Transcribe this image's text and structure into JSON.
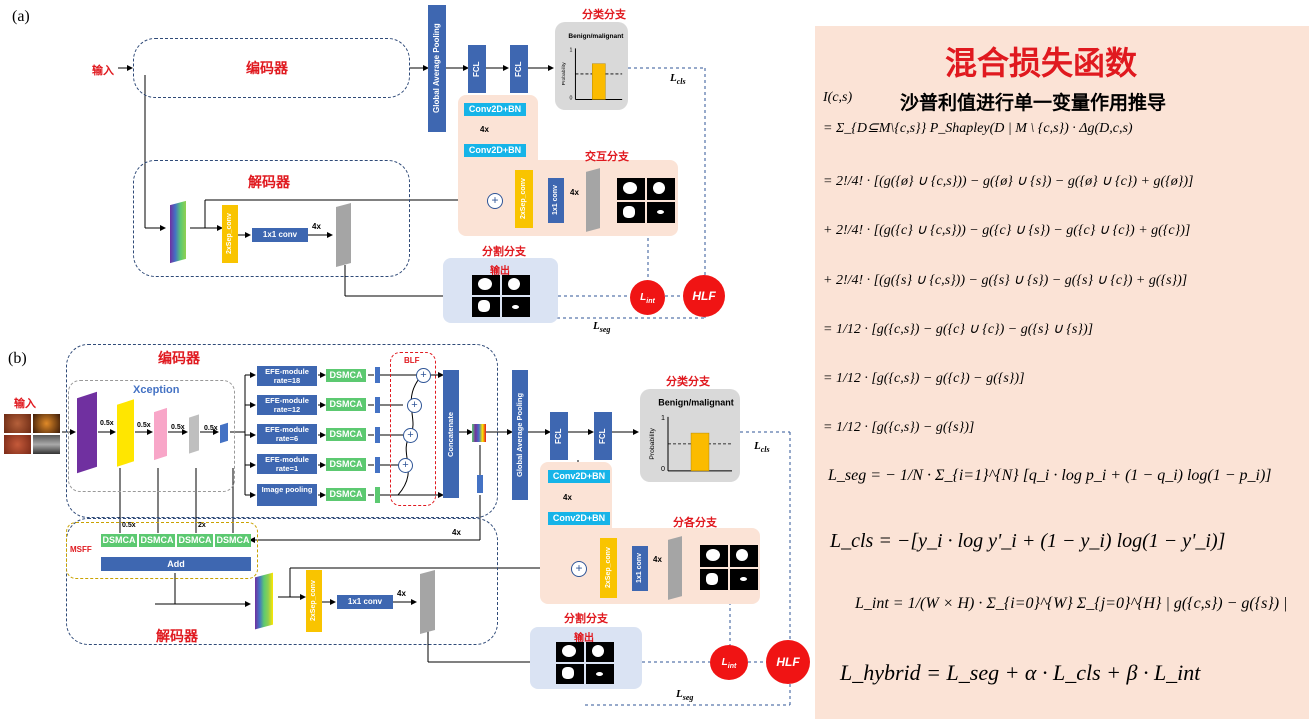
{
  "panels": {
    "a": "(a)",
    "b": "(b)"
  },
  "labels": {
    "input": "输入",
    "encoder": "编码器",
    "decoder": "解码器",
    "cls_branch": "分类分支",
    "interact_branch_a": "交互分支",
    "interact_branch_b": "分各分支",
    "seg_branch": "分割分支",
    "output": "输出",
    "xception": "Xception",
    "msff": "MSFF",
    "blf": "BLF"
  },
  "blocks": {
    "gap": "Global Average Pooling",
    "fcl": "FCL",
    "conv2d_bn": "Conv2D+BN",
    "x4": "4x",
    "sep_conv": "2xSep_conv",
    "conv1x1": "1x1 conv",
    "conv1x1_v": "1x1 conv",
    "concat": "Concatenate",
    "add": "Add",
    "dsmca": "DSMCA",
    "x05": "0.5x",
    "x2": "2x",
    "efe": [
      "EFE-module rate=18",
      "EFE-module rate=12",
      "EFE-module rate=6",
      "EFE-module rate=1",
      "Image pooling"
    ]
  },
  "losses": {
    "cls": "L",
    "cls_sub": "cls",
    "int": "L",
    "int_sub": "int",
    "seg": "L",
    "seg_sub": "seg",
    "hlf": "HLF"
  },
  "chart_data": {
    "type": "bar",
    "title": "Benign/malignant",
    "ylabel": "Probability",
    "categories": [
      ""
    ],
    "values": [
      0.7
    ],
    "ylim": [
      0,
      1
    ],
    "yticks": [
      "1",
      "0"
    ],
    "threshold": 0.5,
    "bar_color": "#fbbb00"
  },
  "formula_panel": {
    "title": "混合损失函数",
    "subtitle": "沙普利值进行单一变量作用推导",
    "lines": [
      "I(c,s)",
      "= Σ_{D⊆M\\{c,s}} P_Shapley(D | M \\ {c,s}) · Δg(D,c,s)",
      "= 2!/4! · [(g({ø} ∪ {c,s})) − g({ø} ∪ {s}) − g({ø} ∪ {c}) + g({ø})]",
      "+ 2!/4! · [(g({c} ∪ {c,s})) − g({c} ∪ {s}) − g({c} ∪ {c}) + g({c})]",
      "+ 2!/4! · [(g({s} ∪ {c,s})) − g({s} ∪ {s}) − g({s} ∪ {c}) + g({s})]",
      "= 1/12 · [g({c,s}) − g({c} ∪ {c}) − g({s} ∪ {s})]",
      "= 1/12 · [g({c,s}) − g({c}) − g({s})]",
      "= 1/12 · [g({c,s}) − g({s})]",
      "L_seg = − 1/N · Σ_{i=1}^{N} [q_i · log p_i + (1 − q_i) log(1 − p_i)]",
      "L_cls = −[y_i · log y'_i + (1 − y_i) log(1 − y'_i)]",
      "L_int = 1/(W × H) · Σ_{i=0}^{W} Σ_{j=0}^{H} | g({c,s}) − g({s}) |",
      "L_hybrid = L_seg + α · L_cls + β · L_int"
    ]
  }
}
